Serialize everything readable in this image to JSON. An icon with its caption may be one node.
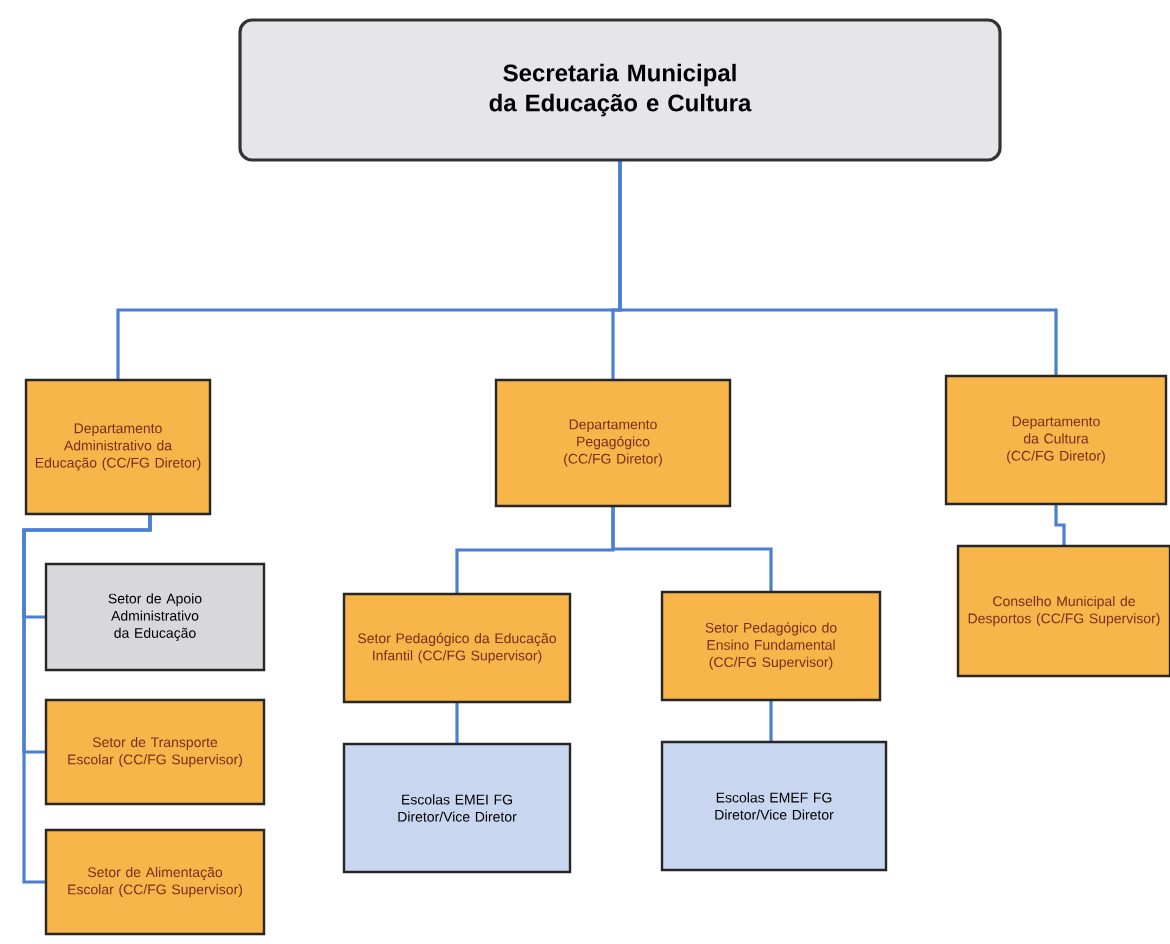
{
  "diagram": {
    "nodes": [
      {
        "text": [
          "Secretaria Municipal da Educação e Cultura"
        ]
      },
      {
        "text": [
          "Departamento Administrativo da Educação (CC/FG Diretor)"
        ]
      },
      {
        "text": [
          "Departamento Pegagógico (CC/FG Diretor)"
        ]
      },
      {
        "text": [
          "Departamento da Cultura (CC/FG Diretor)"
        ]
      },
      {
        "text": [
          "Setor de Apoio Administrativo da Educação"
        ]
      },
      {
        "text": [
          "Setor de Transporte Escolar (CC/FG Supervisor)"
        ]
      },
      {
        "text": [
          "Setor de Alimentação Escolar (CC/FG Supervisor)"
        ]
      },
      {
        "text": [
          "Setor Pedagógico da Educação Infantil (CC/FG Supervisor)"
        ]
      },
      {
        "text": [
          "Setor Pedagógico do Ensino Fundamental (CC/FG Supervisor)"
        ]
      },
      {
        "text": [
          "Conselho Municipal de Desportos (CC/FG Supervisor)"
        ]
      },
      {
        "text": [
          "Escolas EMEI FG Diretor/Vice Diretor"
        ]
      },
      {
        "text": [
          "Escolas EMEF FG Diretor/Vice Diretor"
        ]
      }
    ],
    "edges": [
      {
        "from": 0,
        "to": 1,
        "arrow": "none"
      },
      {
        "from": 0,
        "to": 2,
        "arrow": "none"
      },
      {
        "from": 0,
        "to": 3,
        "arrow": "none"
      },
      {
        "from": 1,
        "to": 4,
        "arrow": "none"
      },
      {
        "from": 1,
        "to": 5,
        "arrow": "none"
      },
      {
        "from": 1,
        "to": 6,
        "arrow": "none"
      },
      {
        "from": 2,
        "to": 7,
        "arrow": "none"
      },
      {
        "from": 2,
        "to": 8,
        "arrow": "none"
      },
      {
        "from": 3,
        "to": 9,
        "arrow": "none"
      },
      {
        "from": 7,
        "to": 10,
        "arrow": "none"
      },
      {
        "from": 8,
        "to": 11,
        "arrow": "none"
      }
    ]
  }
}
